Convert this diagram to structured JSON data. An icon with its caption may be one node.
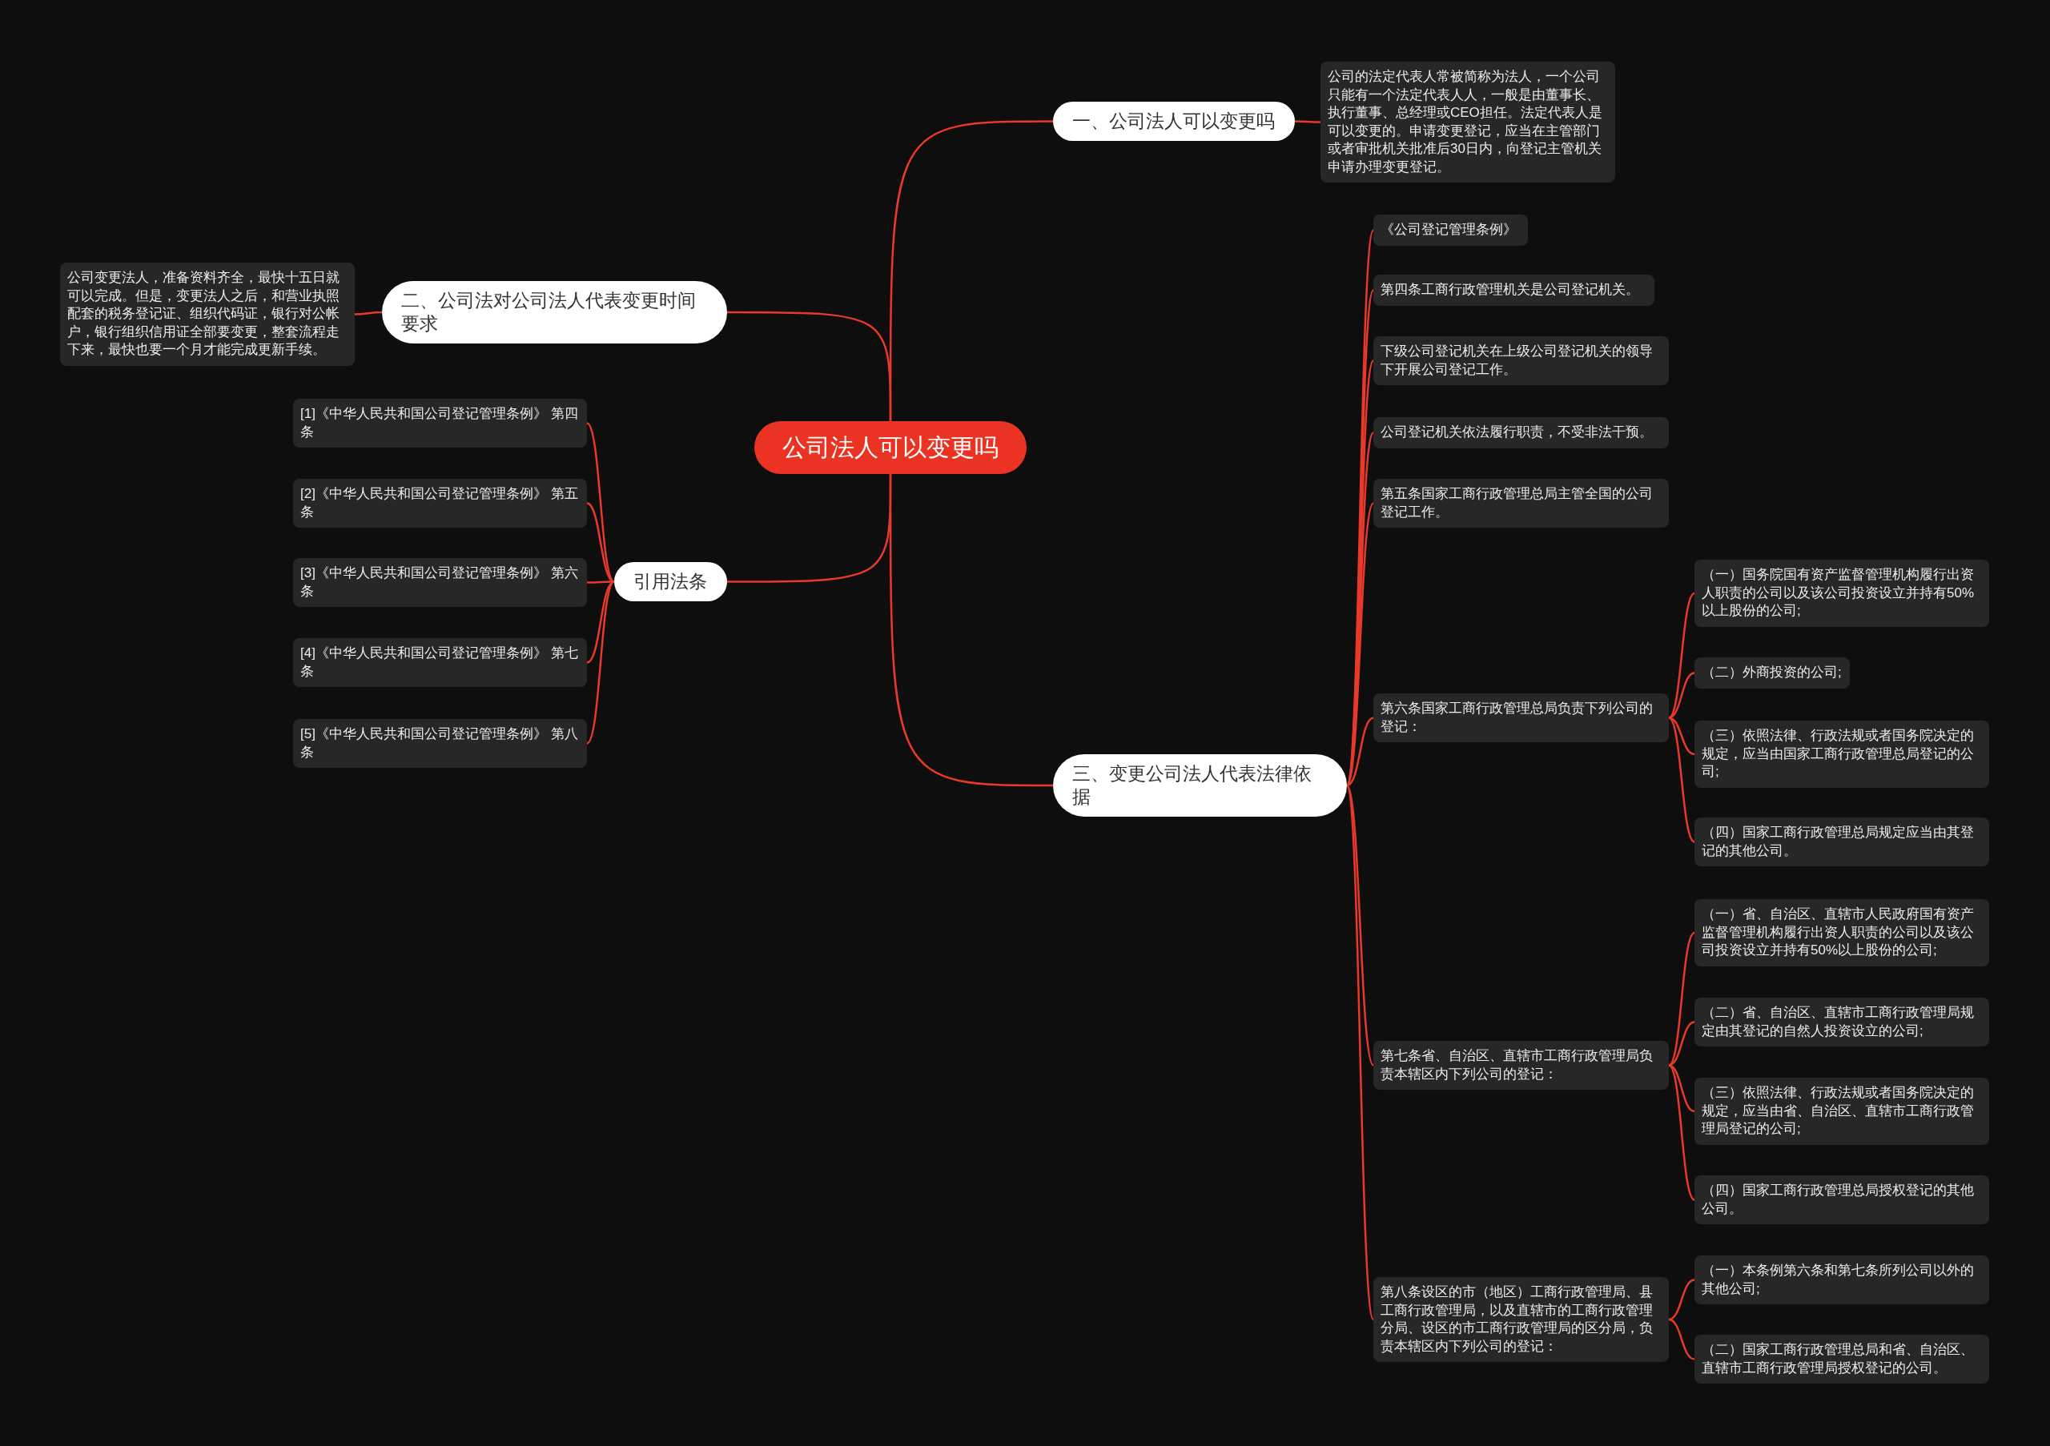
{
  "diagram": {
    "nodes": [
      {
        "text": [
          "公司法人可以变更吗"
        ]
      },
      {
        "text": [
          "一、公司法人可以变更吗"
        ]
      },
      {
        "text": [
          "公司的法定代表人常被简称为法人，一个公司只能有一个法定代表人人，一般是由董事长、执行董事、总经理或CEO担任。法定代表人是可以变更的。申请变更登记，应当在主管部门或者审批机关批准后30日内，向登记主管机关申请办理变更登记。"
        ]
      },
      {
        "text": [
          "二、公司法对公司法人代表变更时间要求"
        ]
      },
      {
        "text": [
          "公司变更法人，准备资料齐全，最快十五日就可以完成。但是，变更法人之后，和营业执照配套的税务登记证、组织代码证，银行对公帐户，银行组织信用证全部要变更，整套流程走下来，最快也要一个月才能完成更新手续。"
        ]
      },
      {
        "text": [
          "引用法条"
        ]
      },
      {
        "text": [
          "[1]《中华人民共和国公司登记管理条例》 第四条"
        ]
      },
      {
        "text": [
          "[2]《中华人民共和国公司登记管理条例》 第五条"
        ]
      },
      {
        "text": [
          "[3]《中华人民共和国公司登记管理条例》 第六条"
        ]
      },
      {
        "text": [
          "[4]《中华人民共和国公司登记管理条例》 第七条"
        ]
      },
      {
        "text": [
          "[5]《中华人民共和国公司登记管理条例》 第八条"
        ]
      },
      {
        "text": [
          "三、变更公司法人代表法律依据"
        ]
      },
      {
        "text": [
          "《公司登记管理条例》"
        ]
      },
      {
        "text": [
          "第四条工商行政管理机关是公司登记机关。"
        ]
      },
      {
        "text": [
          "下级公司登记机关在上级公司登记机关的领导下开展公司登记工作。"
        ]
      },
      {
        "text": [
          "公司登记机关依法履行职责，不受非法干预。"
        ]
      },
      {
        "text": [
          "第五条国家工商行政管理总局主管全国的公司登记工作。"
        ]
      },
      {
        "text": [
          "第六条国家工商行政管理总局负责下列公司的登记："
        ]
      },
      {
        "text": [
          "第七条省、自治区、直辖市工商行政管理局负责本辖区内下列公司的登记："
        ]
      },
      {
        "text": [
          "第八条设区的市（地区）工商行政管理局、县工商行政管理局，以及直辖市的工商行政管理分局、设区的市工商行政管理局的区分局，负责本辖区内下列公司的登记："
        ]
      },
      {
        "text": [
          "（一）国务院国有资产监督管理机构履行出资人职责的公司以及该公司投资设立并持有50%以上股份的公司;"
        ]
      },
      {
        "text": [
          "（二）外商投资的公司;"
        ]
      },
      {
        "text": [
          "（三）依照法律、行政法规或者国务院决定的规定，应当由国家工商行政管理总局登记的公司;"
        ]
      },
      {
        "text": [
          "（四）国家工商行政管理总局规定应当由其登记的其他公司。"
        ]
      },
      {
        "text": [
          "（一）省、自治区、直辖市人民政府国有资产监督管理机构履行出资人职责的公司以及该公司投资设立并持有50%以上股份的公司;"
        ]
      },
      {
        "text": [
          "（二）省、自治区、直辖市工商行政管理局规定由其登记的自然人投资设立的公司;"
        ]
      },
      {
        "text": [
          "（三）依照法律、行政法规或者国务院决定的规定，应当由省、自治区、直辖市工商行政管理局登记的公司;"
        ]
      },
      {
        "text": [
          "（四）国家工商行政管理总局授权登记的其他公司。"
        ]
      },
      {
        "text": [
          "（一）本条例第六条和第七条所列公司以外的其他公司;"
        ]
      },
      {
        "text": [
          "（二）国家工商行政管理总局和省、自治区、直辖市工商行政管理局授权登记的公司。"
        ]
      }
    ],
    "edges": [
      {
        "from": 0,
        "to": 1,
        "arrow": "none"
      },
      {
        "from": 0,
        "to": 3,
        "arrow": "none"
      },
      {
        "from": 0,
        "to": 5,
        "arrow": "none"
      },
      {
        "from": 0,
        "to": 11,
        "arrow": "none"
      },
      {
        "from": 1,
        "to": 2,
        "arrow": "none"
      },
      {
        "from": 3,
        "to": 4,
        "arrow": "none"
      },
      {
        "from": 5,
        "to": 6,
        "arrow": "none"
      },
      {
        "from": 5,
        "to": 7,
        "arrow": "none"
      },
      {
        "from": 5,
        "to": 8,
        "arrow": "none"
      },
      {
        "from": 5,
        "to": 9,
        "arrow": "none"
      },
      {
        "from": 5,
        "to": 10,
        "arrow": "none"
      },
      {
        "from": 11,
        "to": 12,
        "arrow": "none"
      },
      {
        "from": 11,
        "to": 13,
        "arrow": "none"
      },
      {
        "from": 11,
        "to": 14,
        "arrow": "none"
      },
      {
        "from": 11,
        "to": 15,
        "arrow": "none"
      },
      {
        "from": 11,
        "to": 16,
        "arrow": "none"
      },
      {
        "from": 11,
        "to": 17,
        "arrow": "none"
      },
      {
        "from": 11,
        "to": 18,
        "arrow": "none"
      },
      {
        "from": 11,
        "to": 19,
        "arrow": "none"
      },
      {
        "from": 17,
        "to": 20,
        "arrow": "none"
      },
      {
        "from": 17,
        "to": 21,
        "arrow": "none"
      },
      {
        "from": 17,
        "to": 22,
        "arrow": "none"
      },
      {
        "from": 17,
        "to": 23,
        "arrow": "none"
      },
      {
        "from": 18,
        "to": 24,
        "arrow": "none"
      },
      {
        "from": 18,
        "to": 25,
        "arrow": "none"
      },
      {
        "from": 18,
        "to": 26,
        "arrow": "none"
      },
      {
        "from": 18,
        "to": 27,
        "arrow": "none"
      },
      {
        "from": 19,
        "to": 28,
        "arrow": "none"
      },
      {
        "from": 19,
        "to": 29,
        "arrow": "none"
      }
    ]
  }
}
